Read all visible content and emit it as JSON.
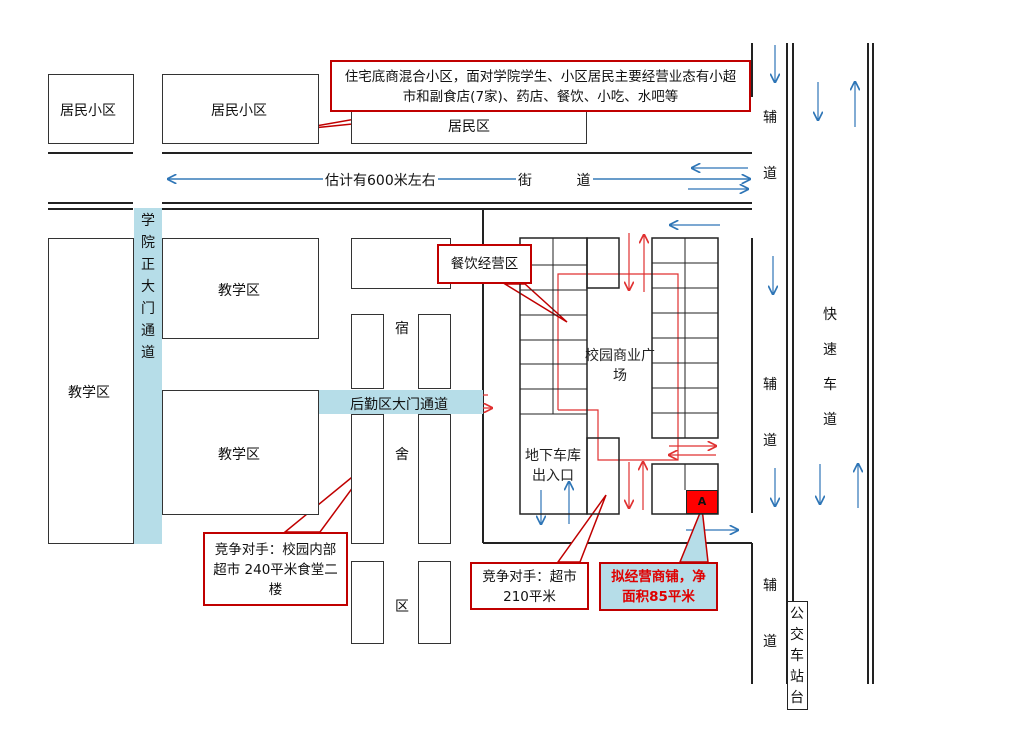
{
  "areas": {
    "residential_1": "居民小区",
    "residential_2": "居民小区",
    "residential_zone": "居民区",
    "teaching_left": "教学区",
    "teaching_upper": "教学区",
    "teaching_lower": "教学区",
    "dorm_chars": [
      "宿",
      "舍",
      "区"
    ],
    "plaza": "校园商业广场",
    "garage": "地下车库出入口",
    "shop_marker": "A",
    "bus_stop": "公交车站台"
  },
  "roads": {
    "street": "街          道",
    "distance": "估计有600米左右",
    "main_gate_passage": "学院正大门通道",
    "rear_gate_passage": "后勤区大门通道",
    "side_road": "辅道",
    "express_road": "快速车道"
  },
  "callouts": {
    "residential_mix": "住宅底商混合小区，面对学院学生、小区居民主要经营业态有小超市和副食店(7家)、药店、餐饮、小吃、水吧等",
    "dining": "餐饮经营区",
    "competitor_1": "竞争对手：校园内部超市 240平米食堂二楼",
    "competitor_2": "竞争对手：超市 210平米",
    "planned_shop": "拟经营商铺，净面积85平米"
  },
  "colors": {
    "callout_border": "#c00000",
    "passage_fill": "#b6dde8",
    "arrow_blue": "#2e75b6",
    "arrow_red": "#e03030",
    "shop_fill": "#ff0000"
  }
}
